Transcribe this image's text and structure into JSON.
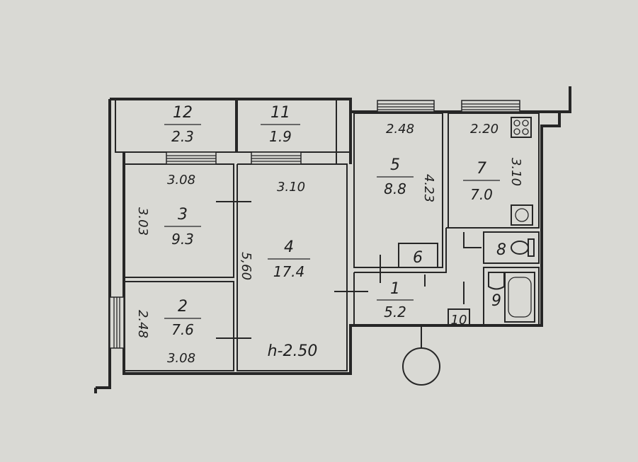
{
  "plan": {
    "ceiling_height": "h-2.50",
    "rooms": [
      {
        "number": "12",
        "area": "2.3"
      },
      {
        "number": "11",
        "area": "1.9"
      },
      {
        "number": "5",
        "area": "8.8"
      },
      {
        "number": "7",
        "area": "7.0"
      },
      {
        "number": "3",
        "area": "9.3"
      },
      {
        "number": "4",
        "area": "17.4"
      },
      {
        "number": "2",
        "area": "7.6"
      },
      {
        "number": "1",
        "area": "5.2"
      },
      {
        "number": "6"
      },
      {
        "number": "8"
      },
      {
        "number": "9"
      },
      {
        "number": "10"
      }
    ],
    "dimensions": {
      "room5_width": "2.48",
      "room5_depth": "4.23",
      "room7_width": "2.20",
      "room7_depth": "3.10",
      "room3_width": "3.08",
      "room3_depth": "3.03",
      "room4_width": "3.10",
      "room4_depth": "5,60",
      "room2_width": "3.08",
      "room2_depth": "2.48"
    }
  }
}
